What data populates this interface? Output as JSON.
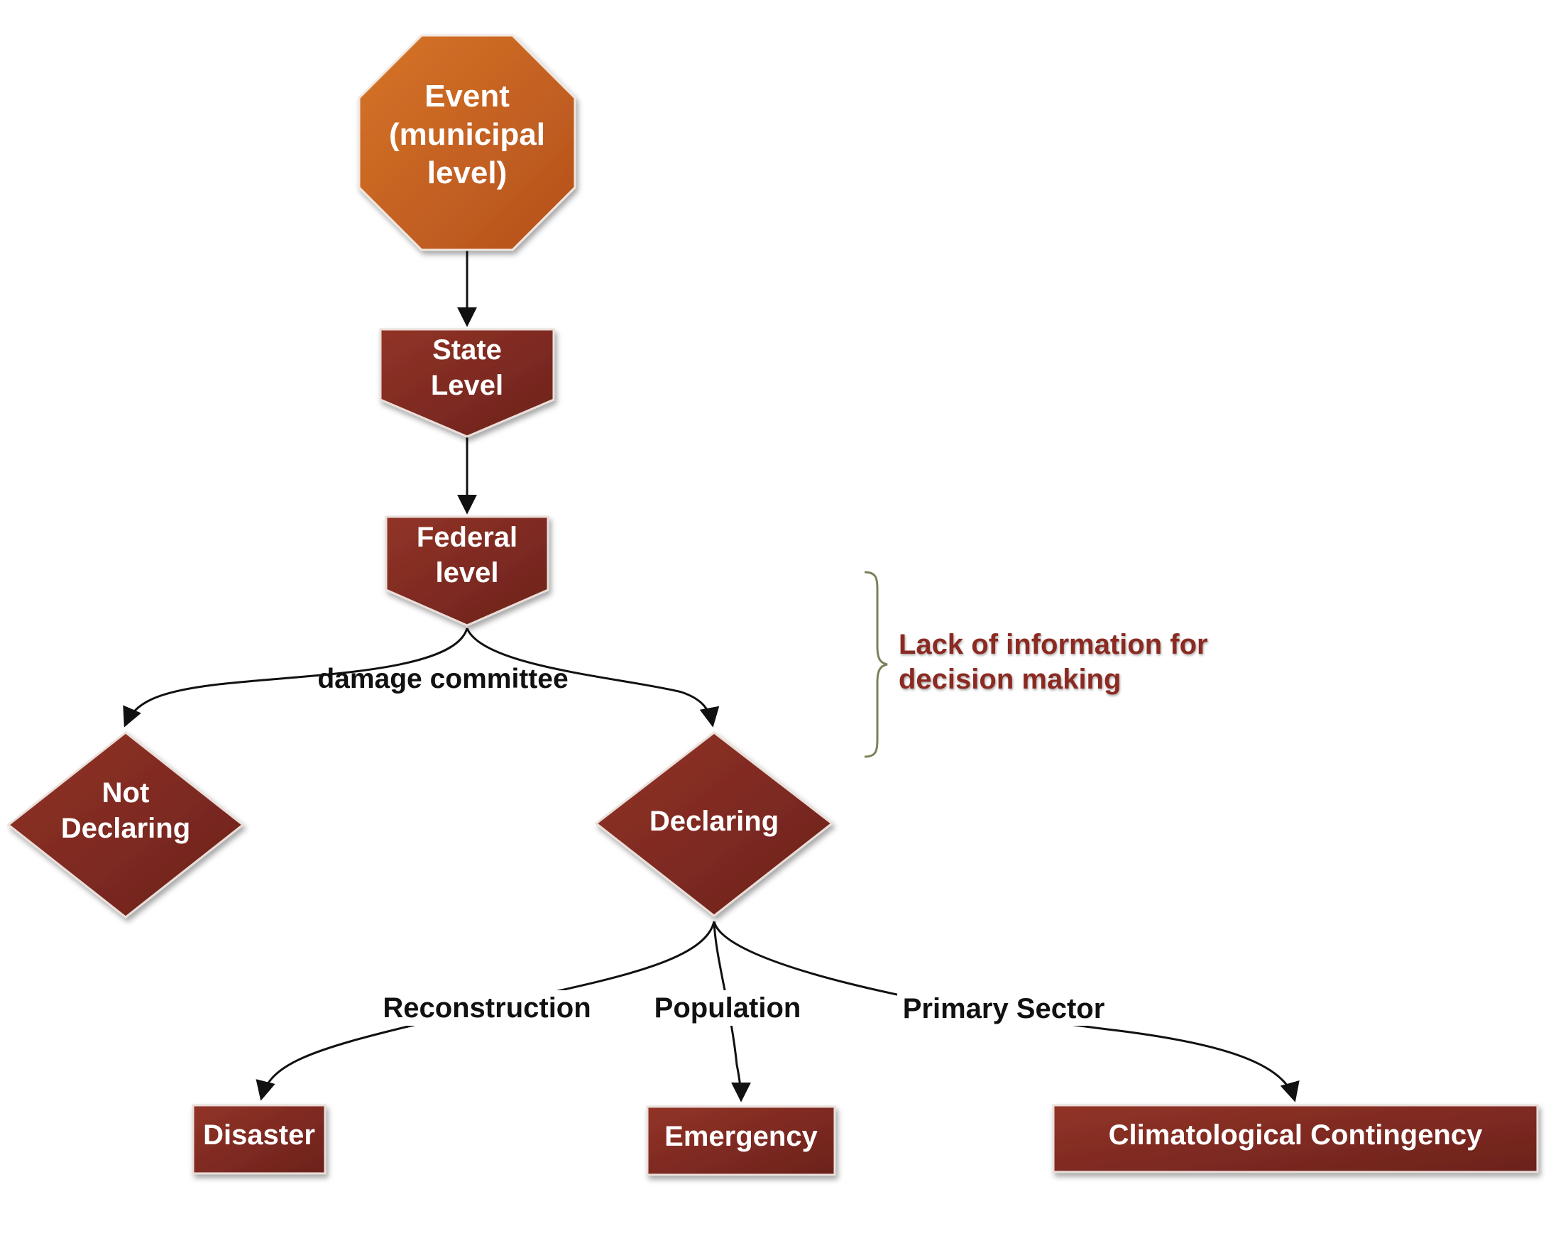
{
  "nodes": {
    "event": {
      "lines": [
        "Event",
        "(municipal",
        "level)"
      ]
    },
    "state": {
      "lines": [
        "State",
        "Level"
      ]
    },
    "federal": {
      "lines": [
        "Federal",
        "level"
      ]
    },
    "not_declaring": {
      "lines": [
        "Not",
        "Declaring"
      ]
    },
    "declaring": {
      "lines": [
        "Declaring"
      ]
    },
    "disaster": {
      "lines": [
        "Disaster"
      ]
    },
    "emergency": {
      "lines": [
        "Emergency"
      ]
    },
    "climatological": {
      "lines": [
        "Climatological Contingency"
      ]
    }
  },
  "edge_labels": {
    "damage_committee": "damage committee",
    "reconstruction": "Reconstruction",
    "population": "Population",
    "primary_sector": "Primary Sector"
  },
  "annotation": {
    "lines": [
      "Lack of information for",
      "decision making"
    ]
  },
  "colors": {
    "event_fill_top": "#d3712a",
    "event_fill_bottom": "#b8541e",
    "node_fill_top": "#8f3126",
    "node_fill_bottom": "#6e241d",
    "node_stroke": "#e9e0dc",
    "edge": "#111111",
    "brace": "#7d8058",
    "annotation_text": "#8b2a22"
  }
}
